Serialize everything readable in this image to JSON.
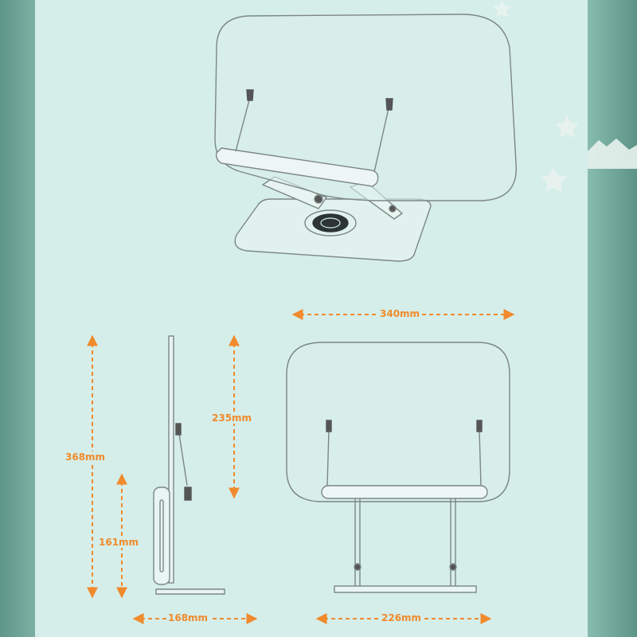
{
  "dimensions": {
    "width_top": "340mm",
    "total_height": "368mm",
    "board_height": "235mm",
    "base_height": "161mm",
    "base_depth": "168mm",
    "base_width": "226mm"
  },
  "colors": {
    "background": "#6fa597",
    "panel": "#d5eee9",
    "line": "#7c8784",
    "accent": "#f08a2c"
  }
}
